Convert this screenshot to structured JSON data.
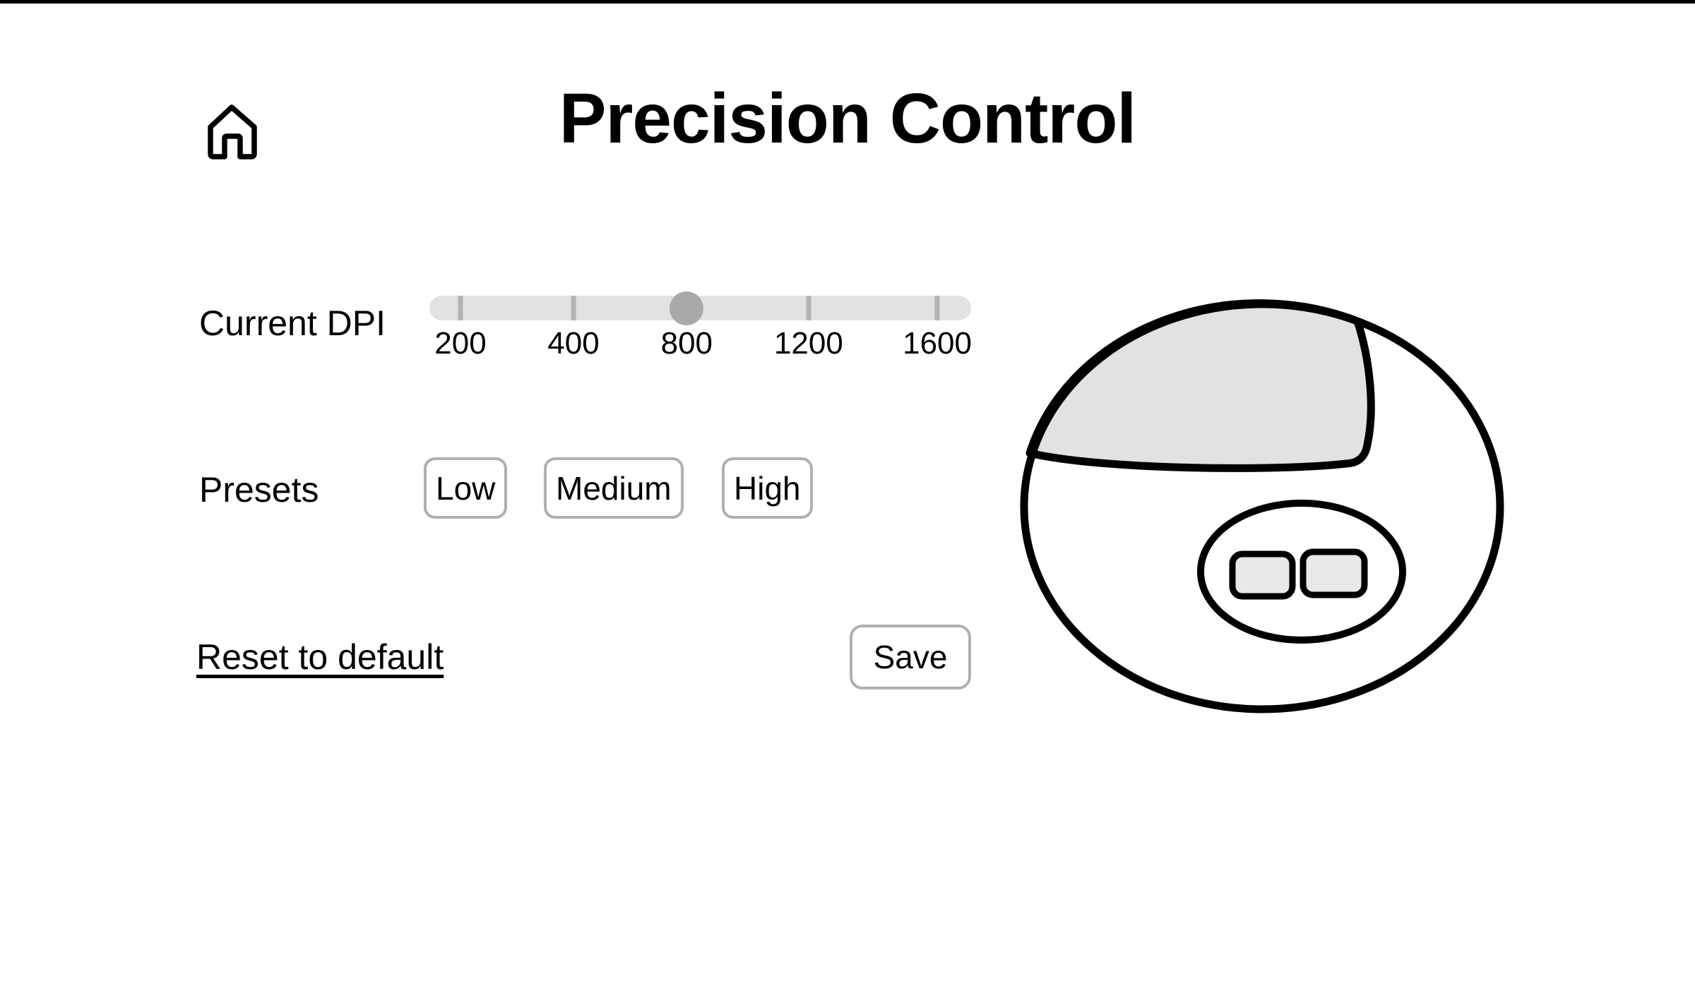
{
  "window": {
    "background": "#ffffff",
    "top_border_color": "#000000"
  },
  "header": {
    "title": "Precision Control",
    "home_icon": "home-icon"
  },
  "dpi_slider": {
    "label": "Current DPI",
    "current_value": "800",
    "tick_labels": [
      "200",
      "400",
      "800",
      "1200",
      "1600"
    ],
    "selected_tick_index": 2,
    "track_color": "#e2e2e2",
    "tick_color": "#b3b3b3",
    "thumb_color": "#a9a9a9"
  },
  "presets": {
    "label": "Presets",
    "options": [
      "Low",
      "Medium",
      "High"
    ]
  },
  "actions": {
    "reset": "Reset to default",
    "save": "Save"
  },
  "illustration": {
    "name": "mouse-top-view",
    "outline_color": "#000000",
    "shell_fill": "#e2e2e2",
    "button_fill": "#e8e8e8"
  }
}
